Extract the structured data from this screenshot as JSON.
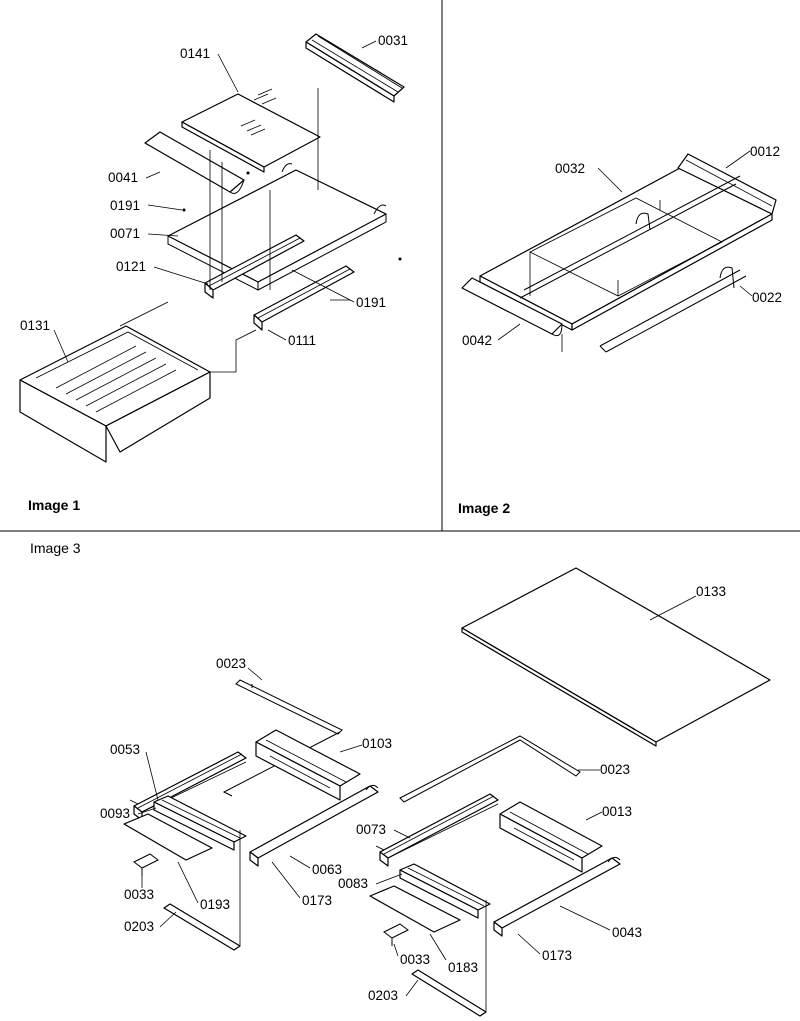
{
  "captions": {
    "image1": "Image 1",
    "image2": "Image 2",
    "image3": "Image 3"
  },
  "labels": {
    "p0141": "0141",
    "p0031": "0031",
    "p0041": "0041",
    "p0191a": "0191",
    "p0071": "0071",
    "p0121": "0121",
    "p0191b": "0191",
    "p0131": "0131",
    "p0111": "0111",
    "p0032": "0032",
    "p0012": "0012",
    "p0022": "0022",
    "p0042": "0042",
    "p0133": "0133",
    "p0023a": "0023",
    "p0053": "0053",
    "p0103": "0103",
    "p0093": "0093",
    "p0063": "0063",
    "p0033a": "0033",
    "p0193": "0193",
    "p0173a": "0173",
    "p0203a": "0203",
    "p0023b": "0023",
    "p0013": "0013",
    "p0073": "0073",
    "p0083": "0083",
    "p0043": "0043",
    "p0033b": "0033",
    "p0183": "0183",
    "p0173b": "0173",
    "p0203b": "0203"
  }
}
